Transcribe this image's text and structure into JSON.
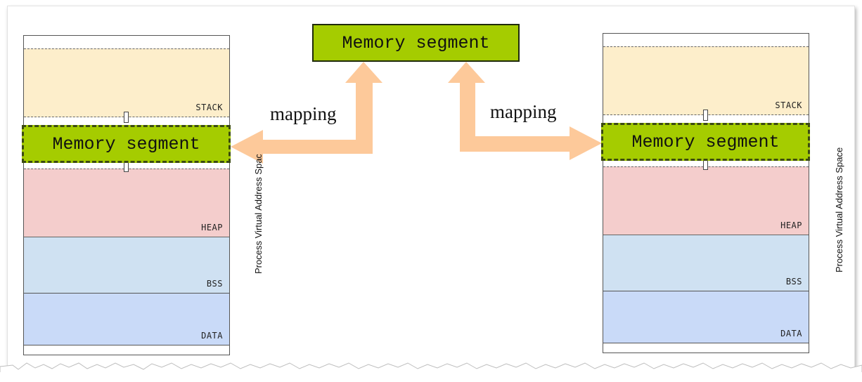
{
  "center_segment": {
    "label": "Memory segment"
  },
  "mapping_labels": {
    "left": "mapping",
    "right": "mapping"
  },
  "left_space": {
    "axis_label": "Process Virtual Address Space",
    "segments": {
      "stack": "STACK",
      "heap": "HEAP",
      "bss": "BSS",
      "data": "DATA"
    },
    "mapped_segment": "Memory segment"
  },
  "right_space": {
    "axis_label": "Process Virtual Address Space",
    "segments": {
      "stack": "STACK",
      "heap": "HEAP",
      "bss": "BSS",
      "data": "DATA"
    },
    "mapped_segment": "Memory segment"
  },
  "colors": {
    "memory_segment": "#a5cc00",
    "stack": "#fdeecb",
    "heap": "#f4cdcc",
    "bss": "#cfe1f2",
    "data": "#c9daf8",
    "arrow": "#fdc99a"
  }
}
